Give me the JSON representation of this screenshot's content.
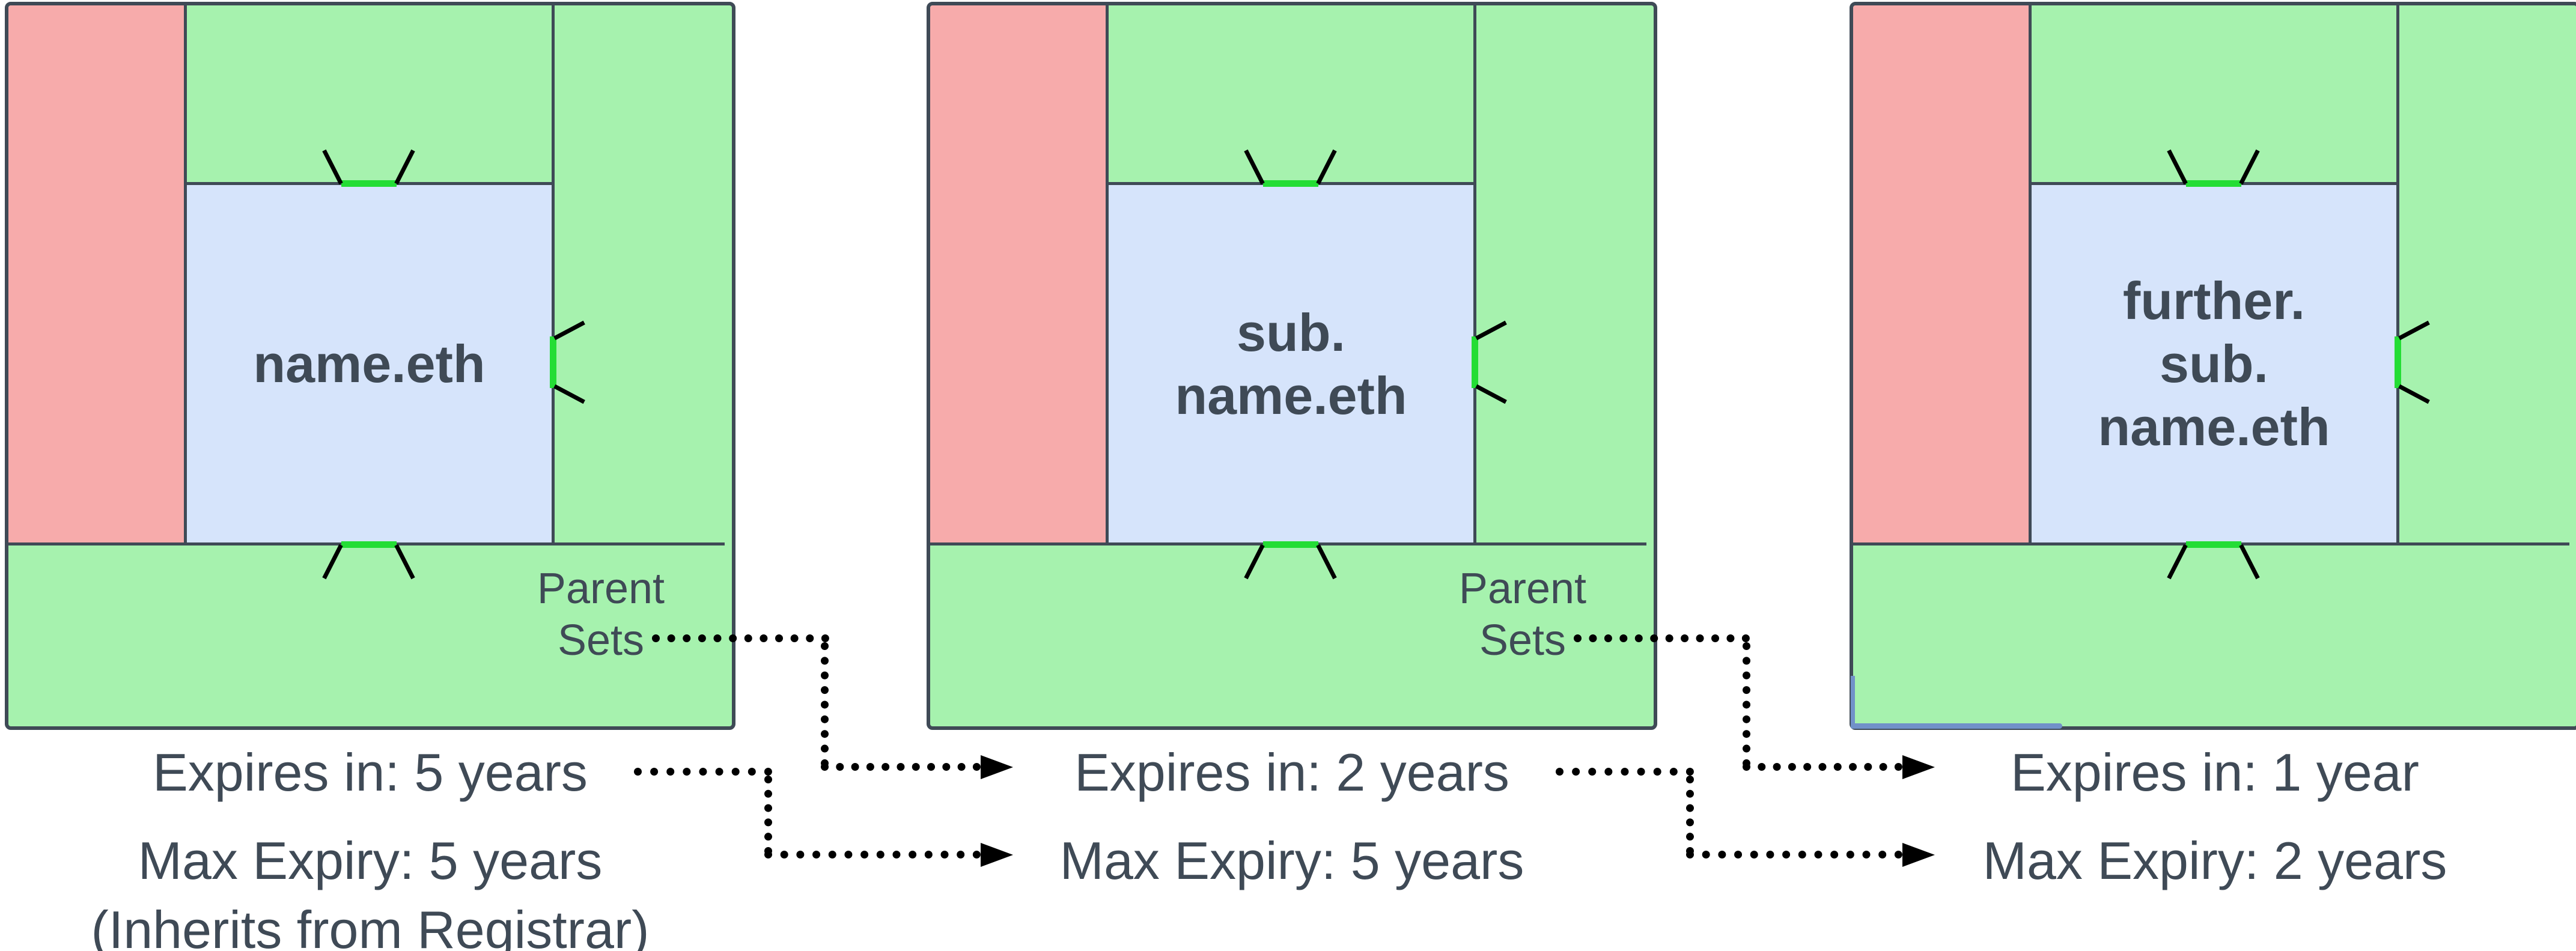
{
  "colors": {
    "region_green": "#a6f2ae",
    "region_red": "#f7abab",
    "region_blue": "#d6e4fb",
    "outline": "#3f4a56",
    "text": "#3f4a56",
    "highlight_green": "#24dd35",
    "connector_black": "#000000",
    "artifact_blue": "#7191c9",
    "background": "#ffffff"
  },
  "diagrams": [
    {
      "id": "name-eth",
      "name_lines": [
        "name.eth"
      ],
      "parent_sets": {
        "line1": "Parent",
        "line2": "Sets"
      },
      "expires": "Expires in: 5 years",
      "max_expiry": "Max Expiry: 5 years",
      "note": "(Inherits from Registrar)"
    },
    {
      "id": "sub-name-eth",
      "name_lines": [
        "sub.",
        "name.eth"
      ],
      "parent_sets": {
        "line1": "Parent",
        "line2": "Sets"
      },
      "expires": "Expires in: 2 years",
      "max_expiry": "Max Expiry: 5 years"
    },
    {
      "id": "further-sub-name-eth",
      "name_lines": [
        "further.",
        "sub.",
        "name.eth"
      ],
      "expires": "Expires in: 1 year",
      "max_expiry": "Max Expiry: 2 years"
    }
  ]
}
